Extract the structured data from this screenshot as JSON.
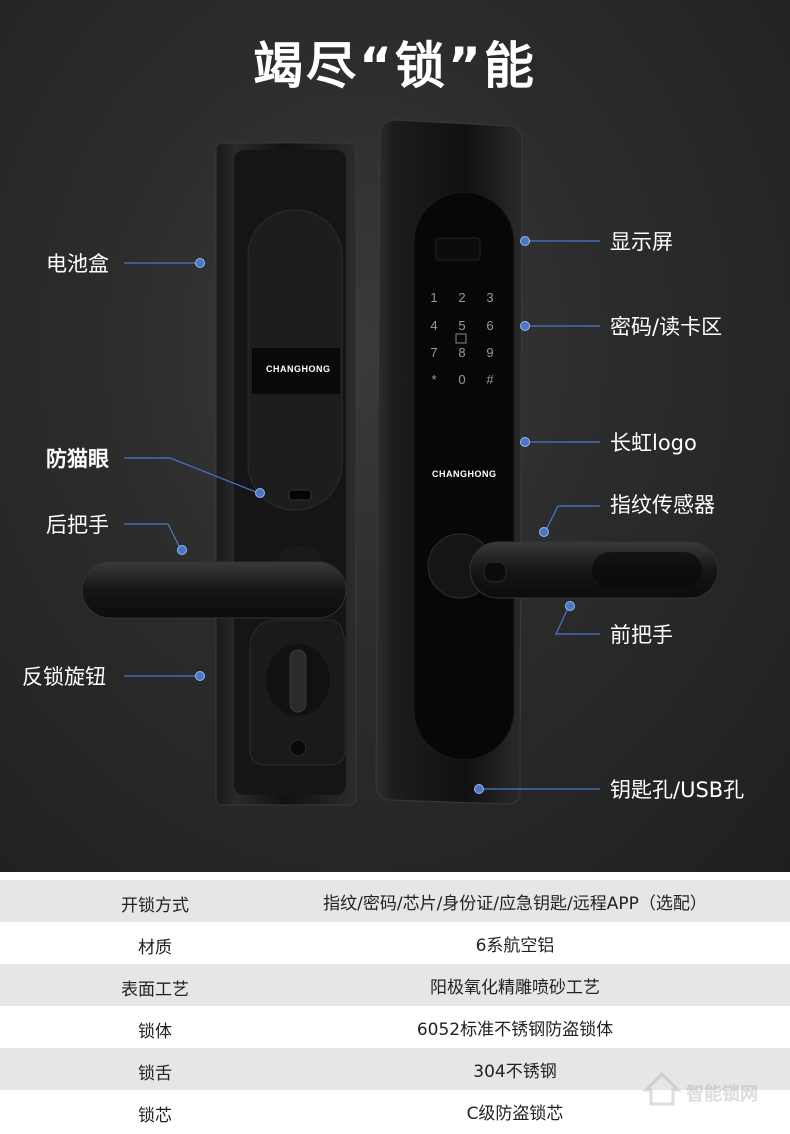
{
  "hero": {
    "title": "竭尽“锁”能",
    "brand": "CHANGHONG",
    "keypad": [
      "1",
      "2",
      "3",
      "4",
      "5",
      "6",
      "7",
      "8",
      "9",
      "*",
      "0",
      "#"
    ]
  },
  "callouts": {
    "battery_box": "电池盒",
    "anti_peephole": "防猫眼",
    "rear_handle": "后把手",
    "lock_knob": "反锁旋钮",
    "display": "显示屏",
    "password_card": "密码/读卡区",
    "changhong_logo": "长虹logo",
    "fingerprint_sensor": "指纹传感器",
    "front_handle": "前把手",
    "keyhole_usb": "钥匙孔/USB孔"
  },
  "specs": [
    {
      "key": "开锁方式",
      "value": "指纹/密码/芯片/身份证/应急钥匙/远程APP（选配）"
    },
    {
      "key": "材质",
      "value": "6系航空铝"
    },
    {
      "key": "表面工艺",
      "value": "阳极氧化精雕喷砂工艺"
    },
    {
      "key": "锁体",
      "value": "6052标准不锈钢防盗锁体"
    },
    {
      "key": "锁舌",
      "value": "304不锈钢"
    },
    {
      "key": "锁芯",
      "value": "C级防盗锁芯"
    }
  ],
  "watermark": {
    "text": "智能锁网"
  },
  "colors": {
    "background": "#2b2b2b",
    "accent_line": "#4a78c8",
    "table_shade": "#e6e6e6"
  }
}
